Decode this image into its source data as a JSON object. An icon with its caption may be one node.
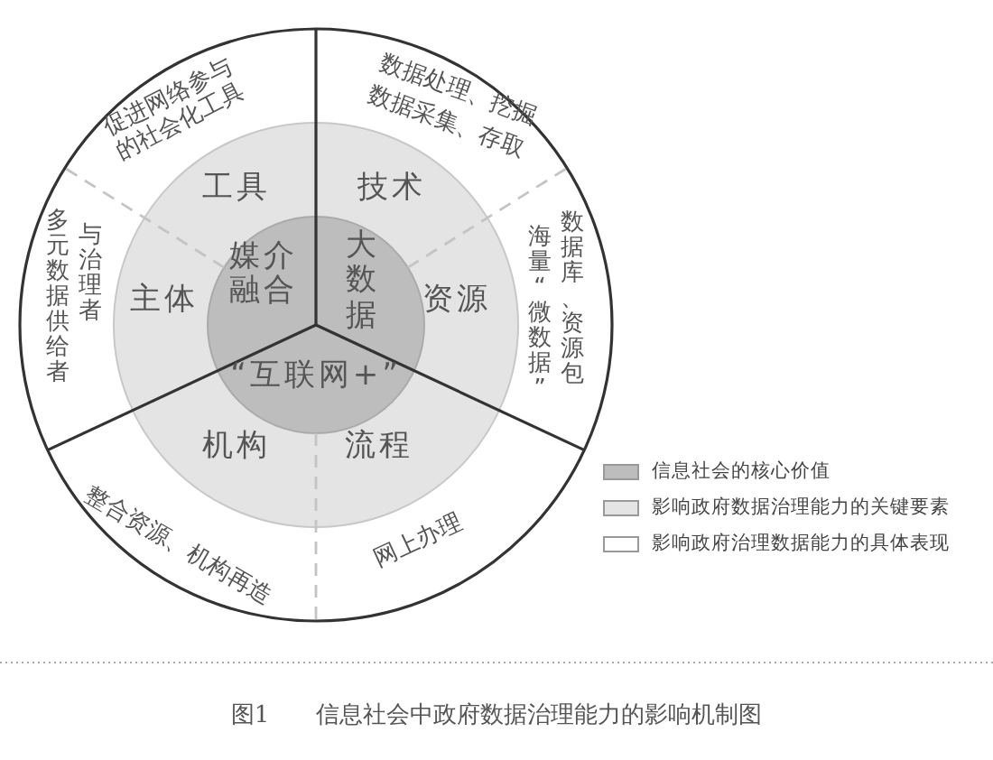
{
  "diagram": {
    "caption": "图1　　信息社会中政府数据治理能力的影响机制图",
    "nodes": [
      {
        "text": [
          "媒介融合"
        ]
      },
      {
        "text": [
          "大数据"
        ]
      },
      {
        "text": [
          "“互联网+”"
        ]
      },
      {
        "text": [
          "工具"
        ]
      },
      {
        "text": [
          "技术"
        ]
      },
      {
        "text": [
          "资源"
        ]
      },
      {
        "text": [
          "流程"
        ]
      },
      {
        "text": [
          "机构"
        ]
      },
      {
        "text": [
          "主体"
        ]
      },
      {
        "text": [
          "促进网络参与的社会化工具"
        ]
      },
      {
        "text": [
          "数据处理、挖掘",
          "数据采集、存取"
        ]
      },
      {
        "text": [
          "海量“微数据”",
          "数据库、资源包"
        ]
      },
      {
        "text": [
          "网上办理"
        ]
      },
      {
        "text": [
          "整合资源、机构再造"
        ]
      },
      {
        "text": [
          "多元数据供给者",
          "与治理者"
        ]
      }
    ],
    "legend": [
      {
        "text": "信息社会的核心价值",
        "color": "#bdbdbd"
      },
      {
        "text": "影响政府数据治理能力的关键要素",
        "color": "#e4e4e4"
      },
      {
        "text": "影响政府治理数据能力的具体表现",
        "color": "#ffffff"
      }
    ]
  }
}
